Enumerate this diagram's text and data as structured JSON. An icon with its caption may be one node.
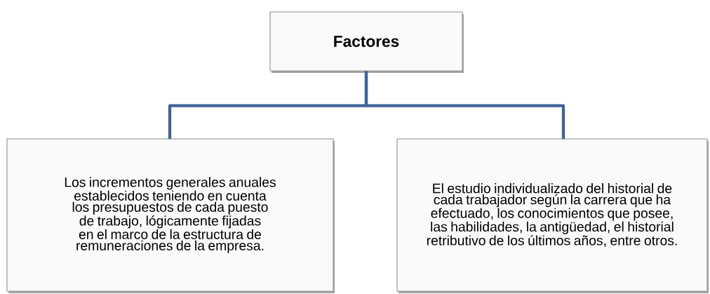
{
  "diagram": {
    "nodes": [
      {
        "text": [
          "Factores"
        ]
      },
      {
        "text": [
          "Los incrementos generales anuales establecidos teniendo en cuenta los presupuestos de cada puesto de trabajo, lógicamente fijadas en el marco de la estructura de remuneraciones de la empresa."
        ]
      },
      {
        "text": [
          "El estudio individualizado del historial de cada trabajador según la carrera que ha efectuado, los conocimientos que posee, las habilidades, la antigüedad, el historial retributivo de los últimos años, entre otros."
        ]
      }
    ],
    "edges": [
      {
        "from": 0,
        "to": 1,
        "arrow": "none"
      },
      {
        "from": 0,
        "to": 2,
        "arrow": "none"
      }
    ]
  }
}
